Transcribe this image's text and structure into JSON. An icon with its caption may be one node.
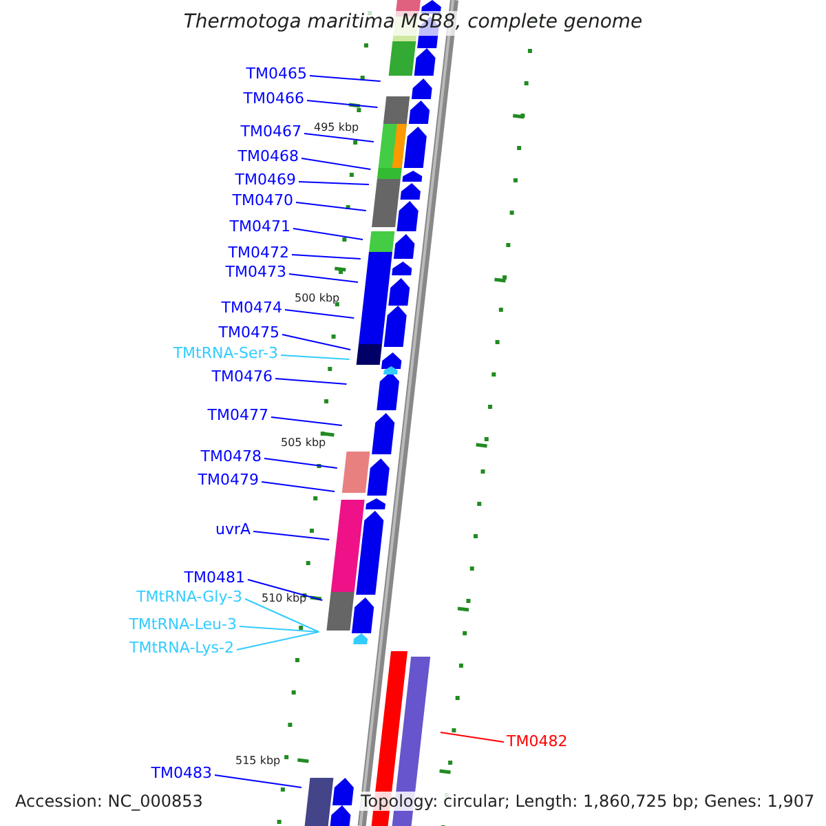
{
  "diagram": {
    "title": "Thermotoga maritima MSB8, complete genome",
    "nodes": [
      {
        "text": [
          "TM0465"
        ]
      },
      {
        "text": [
          "TM0466"
        ]
      },
      {
        "text": [
          "TM0467"
        ]
      },
      {
        "text": [
          "TM0468"
        ]
      },
      {
        "text": [
          "TM0469"
        ]
      },
      {
        "text": [
          "TM0470"
        ]
      },
      {
        "text": [
          "TM0471"
        ]
      },
      {
        "text": [
          "TM0472"
        ]
      },
      {
        "text": [
          "TM0473"
        ]
      },
      {
        "text": [
          "TM0474"
        ]
      },
      {
        "text": [
          "TM0475"
        ]
      },
      {
        "text": [
          "TMtRNA-Ser-3"
        ]
      },
      {
        "text": [
          "TM0476"
        ]
      },
      {
        "text": [
          "TM0477"
        ]
      },
      {
        "text": [
          "TM0478"
        ]
      },
      {
        "text": [
          "TM0479"
        ]
      },
      {
        "text": [
          "uvrA"
        ]
      },
      {
        "text": [
          "TM0481"
        ]
      },
      {
        "text": [
          "TMtRNA-Gly-3"
        ]
      },
      {
        "text": [
          "TMtRNA-Leu-3"
        ]
      },
      {
        "text": [
          "TMtRNA-Lys-2"
        ]
      },
      {
        "text": [
          "TM0482"
        ]
      },
      {
        "text": [
          "TM0483"
        ]
      }
    ],
    "edges": [
      {
        "from": 0,
        "to": null,
        "arrow": "none"
      },
      {
        "from": 1,
        "to": null,
        "arrow": "none"
      },
      {
        "from": 2,
        "to": null,
        "arrow": "none"
      },
      {
        "from": 3,
        "to": null,
        "arrow": "none"
      },
      {
        "from": 4,
        "to": null,
        "arrow": "none"
      },
      {
        "from": 5,
        "to": null,
        "arrow": "none"
      },
      {
        "from": 6,
        "to": null,
        "arrow": "none"
      },
      {
        "from": 7,
        "to": null,
        "arrow": "none"
      },
      {
        "from": 8,
        "to": null,
        "arrow": "none"
      },
      {
        "from": 9,
        "to": null,
        "arrow": "none"
      },
      {
        "from": 10,
        "to": null,
        "arrow": "none"
      },
      {
        "from": 11,
        "to": null,
        "arrow": "none",
        "color": "#33ccff"
      },
      {
        "from": 12,
        "to": null,
        "arrow": "none"
      },
      {
        "from": 13,
        "to": null,
        "arrow": "none"
      },
      {
        "from": 14,
        "to": null,
        "arrow": "none"
      },
      {
        "from": 15,
        "to": null,
        "arrow": "none"
      },
      {
        "from": 16,
        "to": null,
        "arrow": "none"
      },
      {
        "from": 17,
        "to": null,
        "arrow": "none"
      },
      {
        "from": 18,
        "to": null,
        "arrow": "none",
        "color": "#33ccff"
      },
      {
        "from": 19,
        "to": null,
        "arrow": "none",
        "color": "#33ccff"
      },
      {
        "from": 20,
        "to": null,
        "arrow": "none",
        "color": "#33ccff"
      },
      {
        "from": 21,
        "to": null,
        "arrow": "none",
        "color": "#ff0000"
      },
      {
        "from": 22,
        "to": null,
        "arrow": "none"
      }
    ],
    "labels": [
      "495 kbp",
      "500 kbp",
      "505 kbp",
      "510 kbp",
      "515 kbp",
      "Accession: NC_000853",
      "Topology: circular; Length: 1,860,725 bp; Genes: 1,907"
    ]
  }
}
